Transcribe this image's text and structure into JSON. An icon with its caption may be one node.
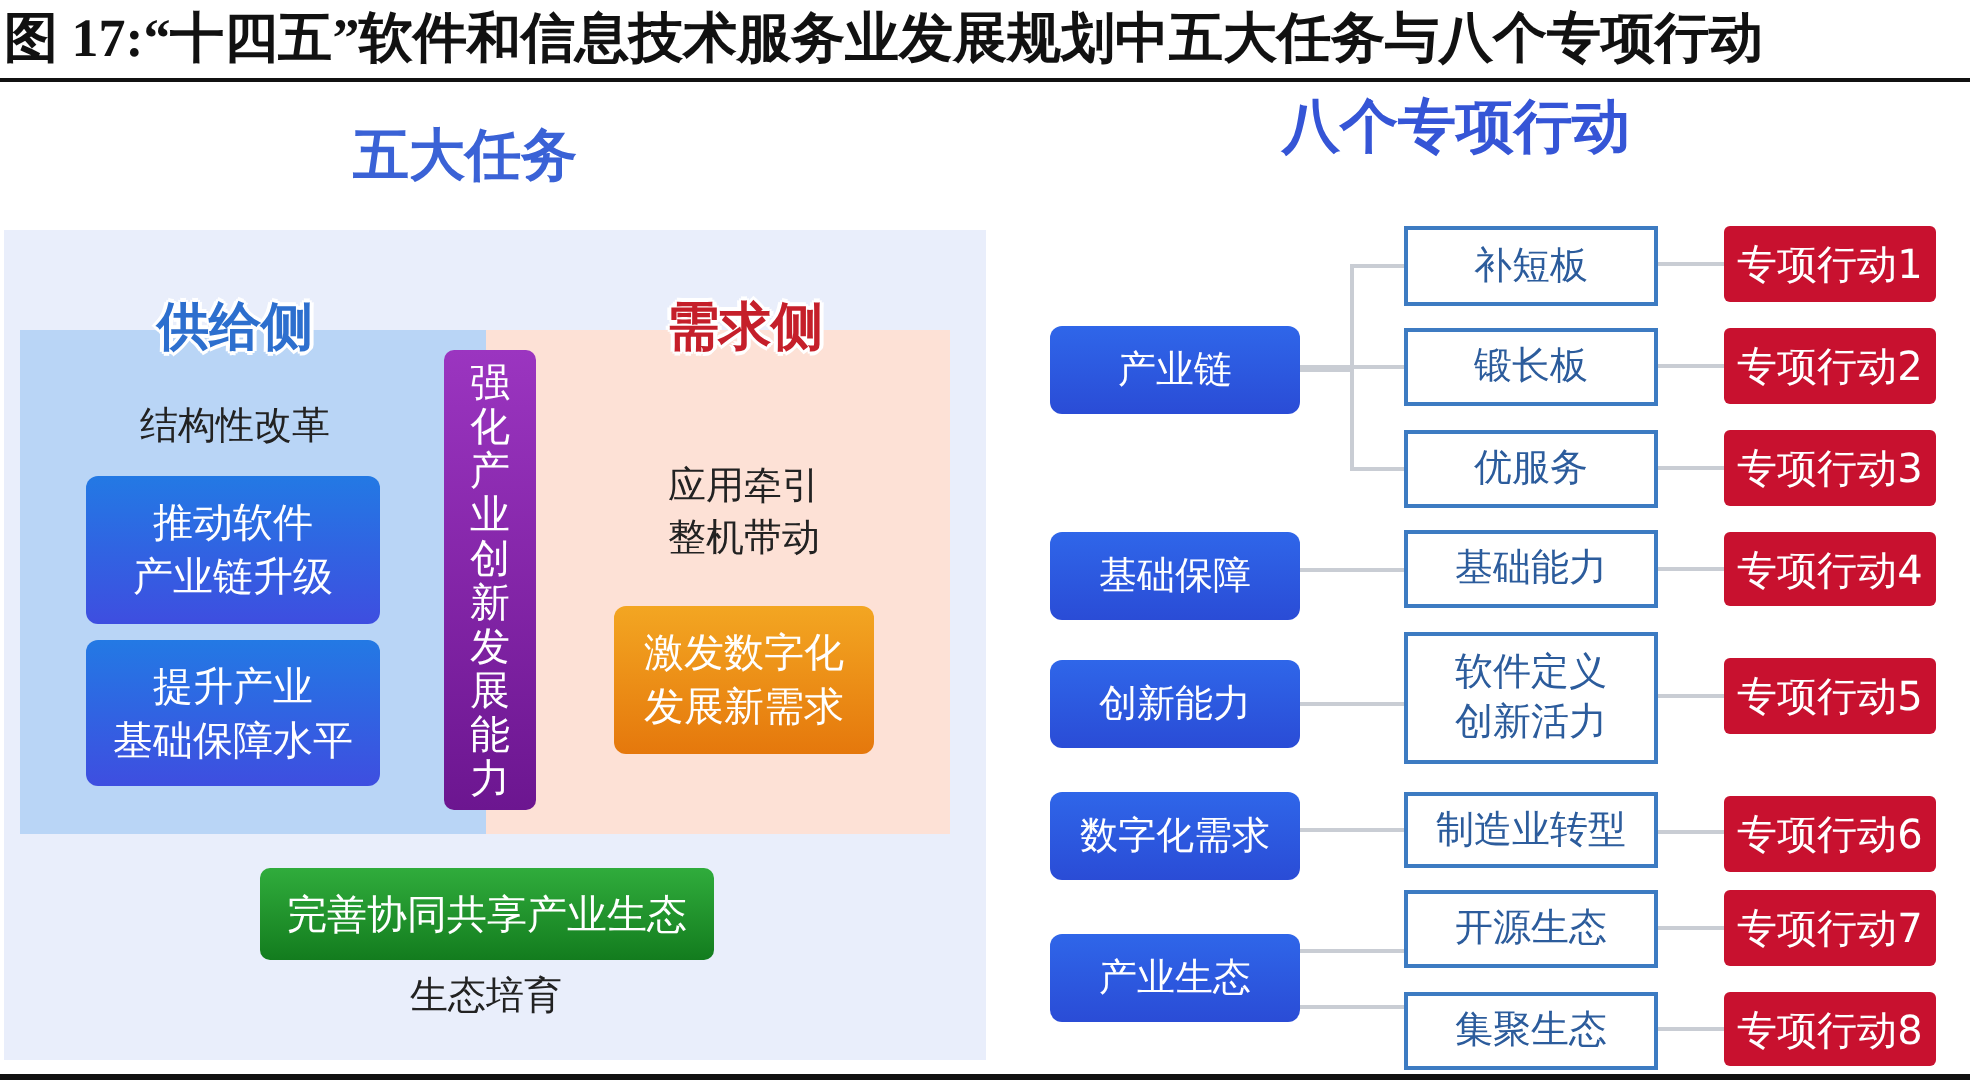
{
  "diagram": {
    "title": "图 17:“十四五”软件和信息技术服务业发展规划中五大任务与八个专项行动",
    "nodes": [
      {
        "text": [
          "五大任务"
        ]
      },
      {
        "text": [
          "供给侧",
          "结构性改革"
        ],
        "in": 0
      },
      {
        "text": [
          "推动软件产业链升级"
        ],
        "in": 1
      },
      {
        "text": [
          "提升产业基础保障水平"
        ],
        "in": 1
      },
      {
        "text": [
          "需求侧",
          "应用牵引整机带动"
        ],
        "in": 0
      },
      {
        "text": [
          "强化产业创新发展能力"
        ],
        "in": 0
      },
      {
        "text": [
          "激发数字化发展新需求"
        ],
        "in": 4
      },
      {
        "text": [
          "完善协同共享产业生态"
        ],
        "in": 0,
        "beside": [
          "生态培育"
        ]
      },
      {
        "text": [
          "产业链"
        ]
      },
      {
        "text": [
          "补短板"
        ]
      },
      {
        "text": [
          "专项行动1"
        ]
      },
      {
        "text": [
          "锻长板"
        ]
      },
      {
        "text": [
          "专项行动2"
        ]
      },
      {
        "text": [
          "优服务"
        ]
      },
      {
        "text": [
          "专项行动3"
        ]
      },
      {
        "text": [
          "基础保障"
        ]
      },
      {
        "text": [
          "基础能力"
        ]
      },
      {
        "text": [
          "专项行动4"
        ]
      },
      {
        "text": [
          "创新能力"
        ]
      },
      {
        "text": [
          "软件定义创新活力"
        ]
      },
      {
        "text": [
          "专项行动5"
        ]
      },
      {
        "text": [
          "数字化需求"
        ]
      },
      {
        "text": [
          "制造业转型"
        ]
      },
      {
        "text": [
          "专项行动6"
        ]
      },
      {
        "text": [
          "产业生态"
        ]
      },
      {
        "text": [
          "开源生态"
        ]
      },
      {
        "text": [
          "专项行动7"
        ]
      },
      {
        "text": [
          "集聚生态"
        ]
      },
      {
        "text": [
          "专项行动8"
        ]
      }
    ],
    "edges": [
      {
        "from": 8,
        "to": 9,
        "arrow": "none"
      },
      {
        "from": 8,
        "to": 11,
        "arrow": "none"
      },
      {
        "from": 8,
        "to": 13,
        "arrow": "none"
      },
      {
        "from": 9,
        "to": 10,
        "arrow": "none"
      },
      {
        "from": 11,
        "to": 12,
        "arrow": "none"
      },
      {
        "from": 13,
        "to": 14,
        "arrow": "none"
      },
      {
        "from": 15,
        "to": 16,
        "arrow": "none"
      },
      {
        "from": 16,
        "to": 17,
        "arrow": "none"
      },
      {
        "from": 18,
        "to": 19,
        "arrow": "none"
      },
      {
        "from": 19,
        "to": 20,
        "arrow": "none"
      },
      {
        "from": 21,
        "to": 22,
        "arrow": "none"
      },
      {
        "from": 22,
        "to": 23,
        "arrow": "none"
      },
      {
        "from": 24,
        "to": 25,
        "arrow": "none"
      },
      {
        "from": 24,
        "to": 27,
        "arrow": "none"
      },
      {
        "from": 25,
        "to": 26,
        "arrow": "none"
      },
      {
        "from": 27,
        "to": 28,
        "arrow": "none"
      }
    ],
    "labels": [
      "八个专项行动"
    ]
  }
}
